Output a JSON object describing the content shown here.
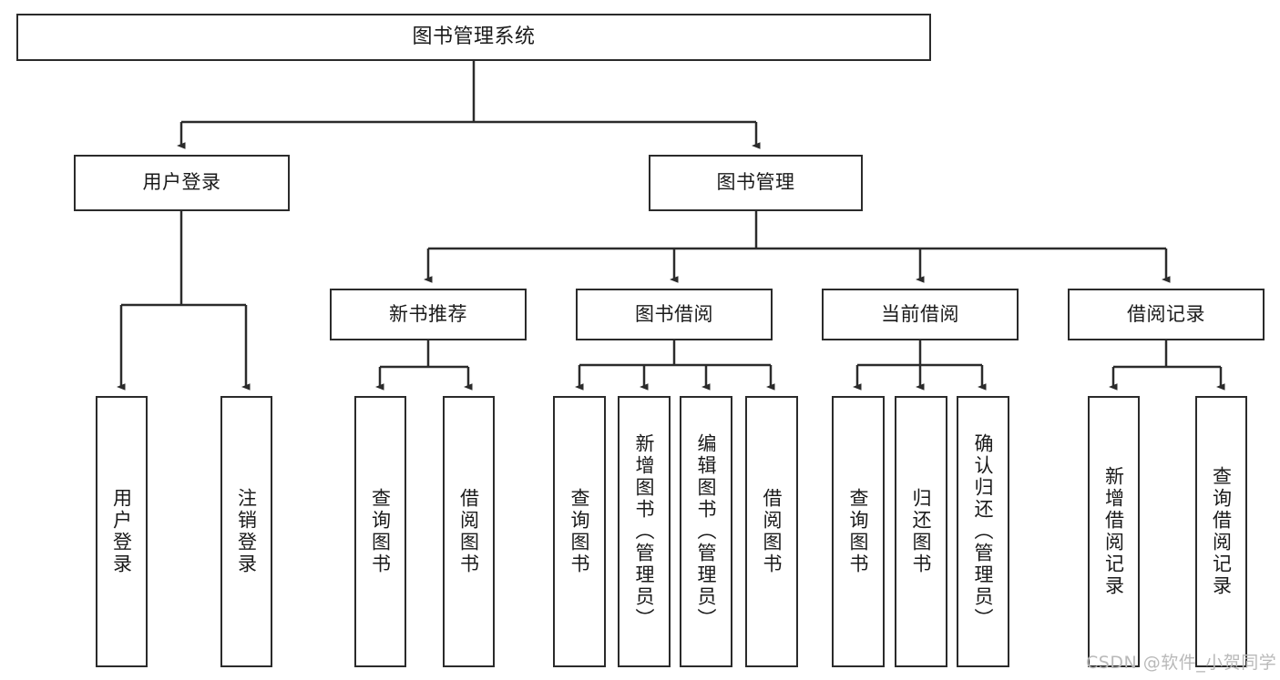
{
  "diagram": {
    "title": "图书管理系统",
    "watermark": "CSDN @软件_小贺同学",
    "line_color": "#2b2b2b",
    "text_color": "#1a1a1a",
    "background": "#ffffff",
    "nodes": {
      "root": {
        "label": "图书管理系统"
      },
      "level2": [
        {
          "label": "用户登录"
        },
        {
          "label": "图书管理"
        }
      ],
      "level3": [
        {
          "label": "新书推荐"
        },
        {
          "label": "图书借阅"
        },
        {
          "label": "当前借阅"
        },
        {
          "label": "借阅记录"
        }
      ],
      "leaves_user_login": [
        {
          "label": "用户登录"
        },
        {
          "label": "注销登录"
        }
      ],
      "leaves_new_book": [
        {
          "label": "查询图书"
        },
        {
          "label": "借阅图书"
        }
      ],
      "leaves_borrow": [
        {
          "label": "查询图书"
        },
        {
          "label": "新增图书（管理员）"
        },
        {
          "label": "编辑图书（管理员）"
        },
        {
          "label": "借阅图书"
        }
      ],
      "leaves_current": [
        {
          "label": "查询图书"
        },
        {
          "label": "归还图书"
        },
        {
          "label": "确认归还（管理员）"
        }
      ],
      "leaves_records": [
        {
          "label": "新增借阅记录"
        },
        {
          "label": "查询借阅记录"
        }
      ]
    }
  }
}
